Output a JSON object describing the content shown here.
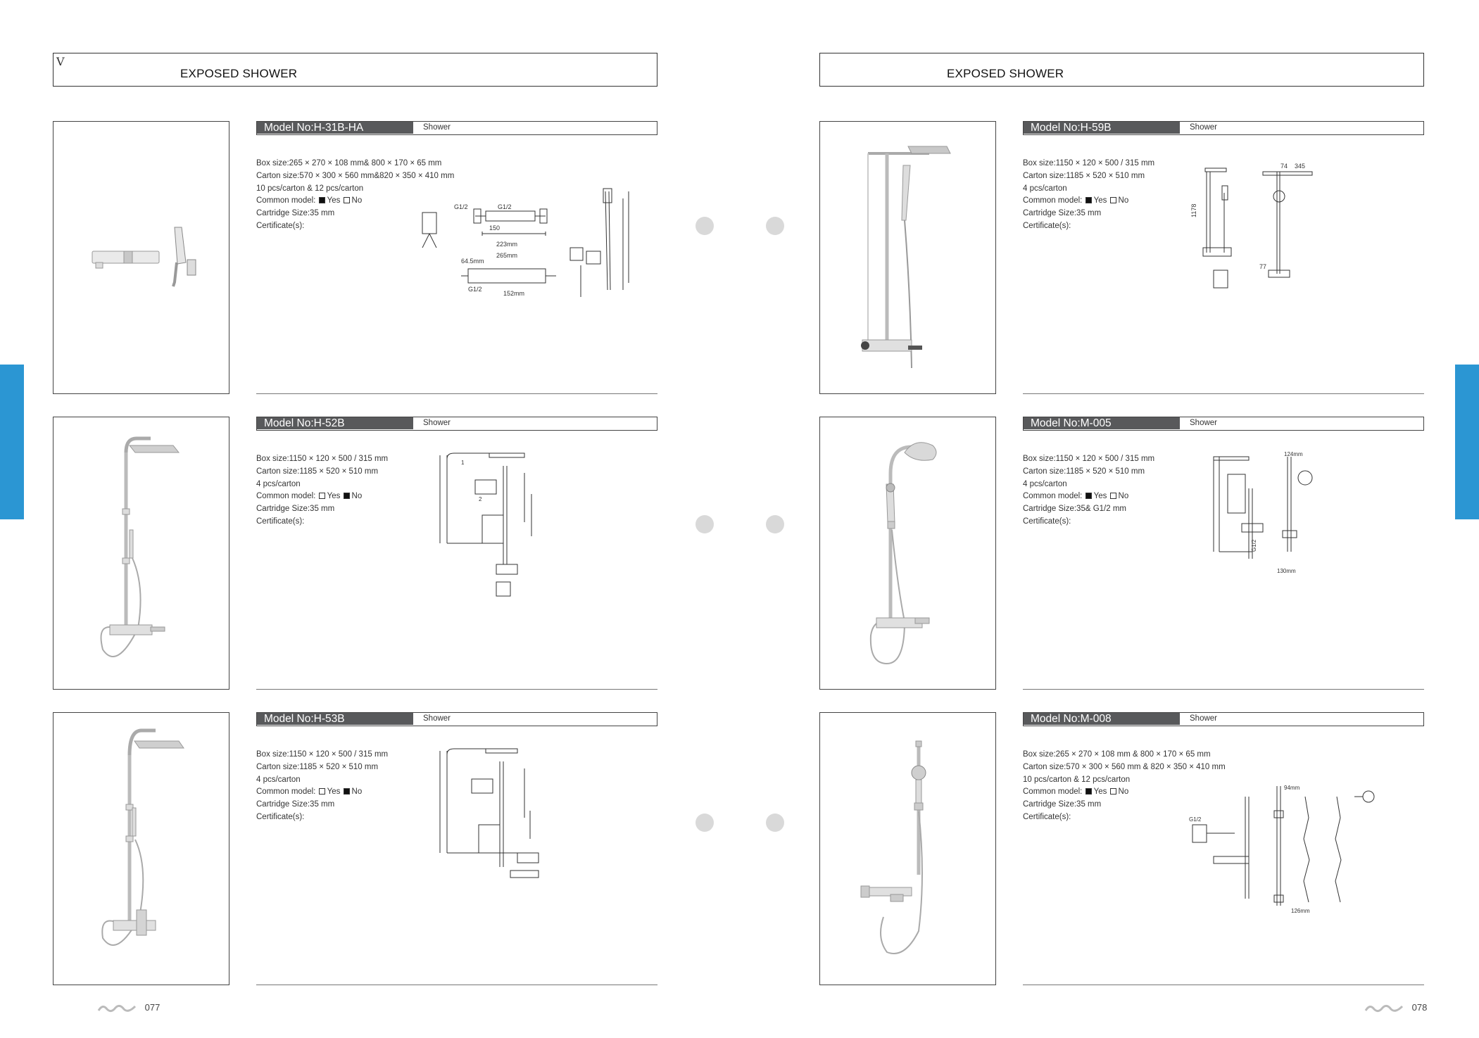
{
  "left_page": {
    "corner_mark": "V",
    "header_title": "EXPOSED SHOWER",
    "page_number": "077",
    "products": [
      {
        "model": "Model No:H-31B-HA",
        "category": "Shower",
        "box_size": "Box size:265 × 270 × 108 mm& 800 × 170 × 65 mm",
        "carton_size": "Carton size:570 × 300 × 560 mm&820 × 350 × 410 mm",
        "pcs_carton": "10 pcs/carton & 12 pcs/carton",
        "common_label": "Common model:",
        "common_yes": true,
        "cartridge": "Cartridge Size:35 mm",
        "certificates": "Certificate(s):"
      },
      {
        "model": "Model No:H-52B",
        "category": "Shower",
        "box_size": "Box size:1150 × 120 × 500 / 315 mm",
        "carton_size": "Carton size:1185 × 520 × 510 mm",
        "pcs_carton": "4 pcs/carton",
        "common_label": "Common model:",
        "common_yes": false,
        "cartridge": "Cartridge Size:35 mm",
        "certificates": "Certificate(s):"
      },
      {
        "model": "Model No:H-53B",
        "category": "Shower",
        "box_size": "Box size:1150 × 120 × 500 / 315 mm",
        "carton_size": "Carton size:1185 × 520 × 510 mm",
        "pcs_carton": "4 pcs/carton",
        "common_label": "Common model:",
        "common_yes": false,
        "cartridge": "Cartridge Size:35 mm",
        "certificates": "Certificate(s):"
      }
    ]
  },
  "right_page": {
    "header_title": "EXPOSED SHOWER",
    "page_number": "078",
    "products": [
      {
        "model": "Model No:H-59B",
        "category": "Shower",
        "box_size": "Box size:1150 × 120 × 500 / 315 mm",
        "carton_size": "Carton size:1185 × 520 × 510 mm",
        "pcs_carton": "4 pcs/carton",
        "common_label": "Common model:",
        "common_yes": true,
        "cartridge": "Cartridge Size:35 mm",
        "certificates": "Certificate(s):"
      },
      {
        "model": "Model No:M-005",
        "category": "Shower",
        "box_size": "Box size:1150 × 120 × 500 / 315 mm",
        "carton_size": "Carton size:1185 × 520 × 510 mm",
        "pcs_carton": "4 pcs/carton",
        "common_label": "Common model:",
        "common_yes": true,
        "cartridge": "Cartridge Size:35& G1/2  mm",
        "certificates": "Certificate(s):"
      },
      {
        "model": "Model No:M-008",
        "category": "Shower",
        "box_size": "Box size:265 × 270 × 108 mm & 800 × 170 × 65 mm",
        "carton_size": "Carton size:570 × 300 × 560 mm & 820 × 350 × 410 mm",
        "pcs_carton": "10 pcs/carton & 12 pcs/carton",
        "common_label": "Common model:",
        "common_yes": true,
        "cartridge": "Cartridge Size:35 mm",
        "certificates": "Certificate(s):"
      }
    ]
  },
  "checkbox_labels": {
    "yes": "Yes",
    "no": "No"
  },
  "drawing_labels": {
    "d1": [
      "G1/2",
      "G1/2",
      "150",
      "223mm",
      "265mm",
      "64.5mm",
      "G1/2",
      "152mm"
    ],
    "d4": [
      "1178",
      "74",
      "345",
      "77"
    ],
    "d5": [
      "124mm",
      "G1/2",
      "130mm"
    ],
    "d6": [
      "G1/2",
      "94mm",
      "126mm"
    ]
  },
  "colors": {
    "accent_tab": "#2b96d3",
    "model_bar": "#58595b"
  }
}
